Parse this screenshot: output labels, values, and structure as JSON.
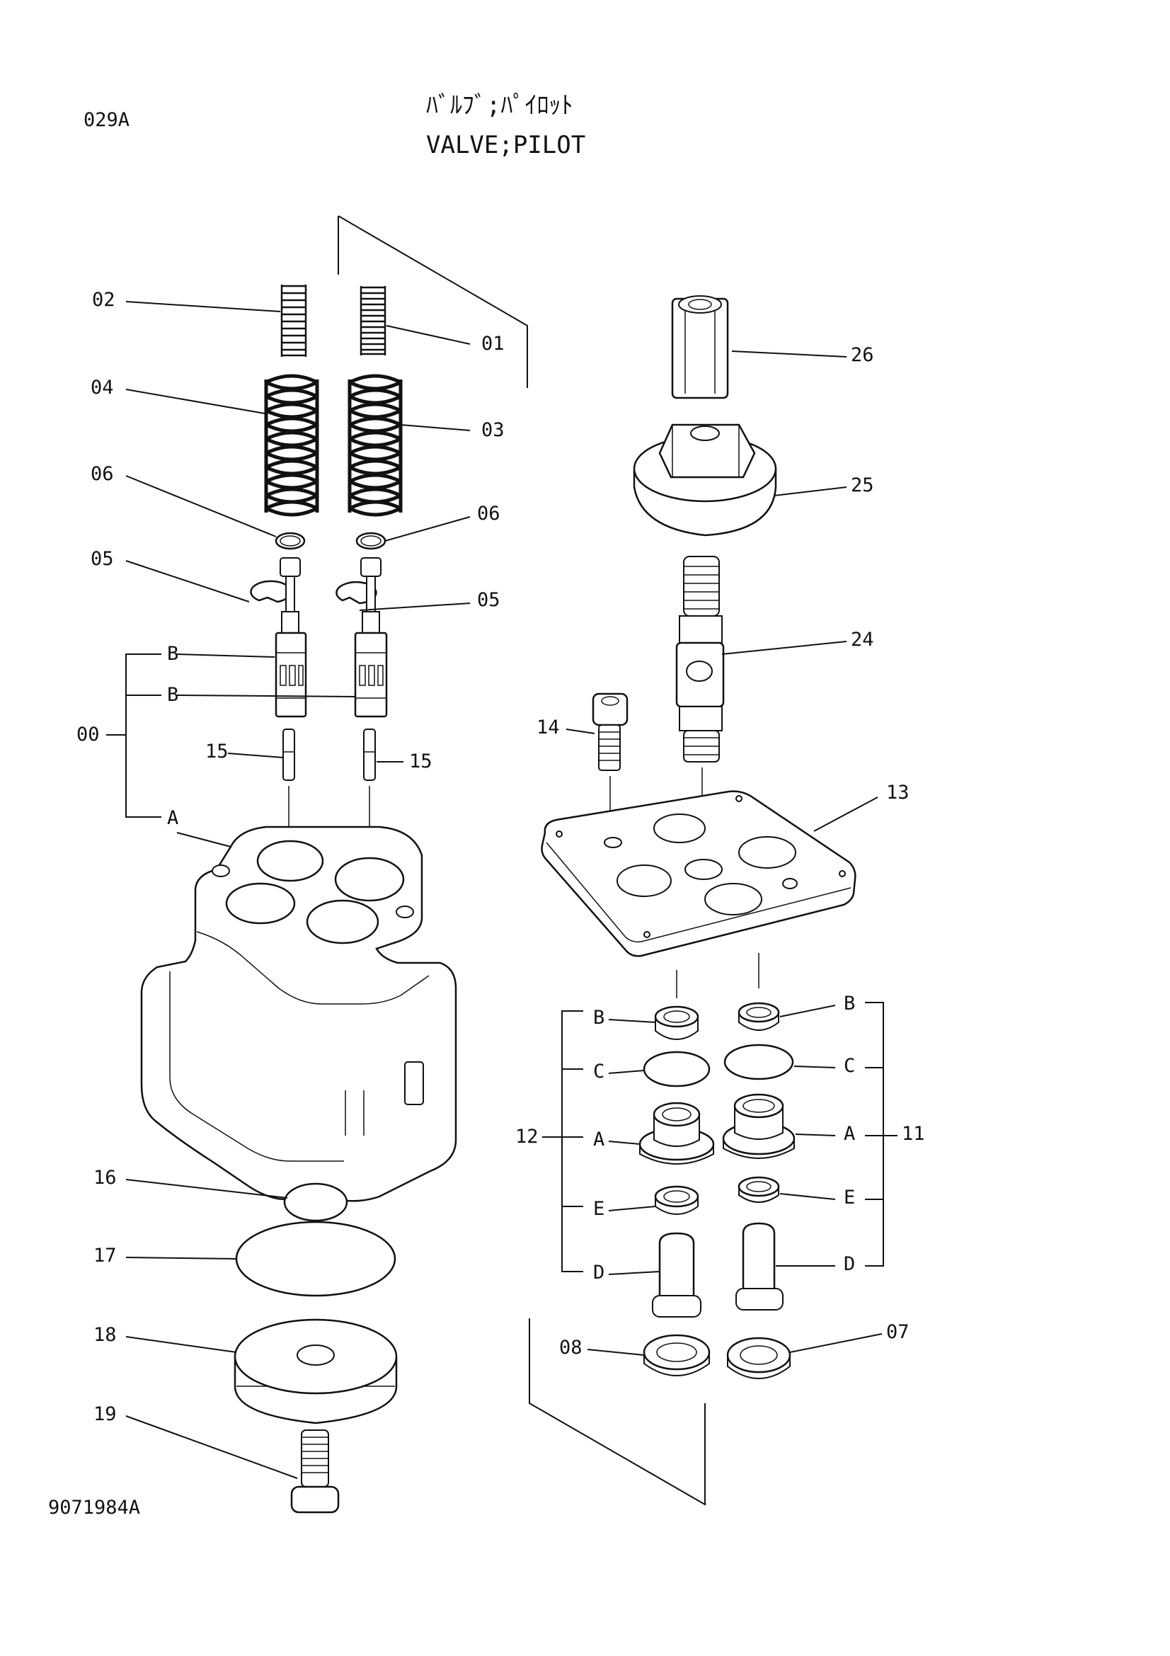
{
  "header": {
    "code": "029A",
    "title_katakana": "ﾊﾞﾙﾌﾞ;ﾊﾟｲﾛｯﾄ",
    "title": "VALVE;PILOT"
  },
  "footer": {
    "drawing_number": "9071984A"
  },
  "callouts": {
    "c01": "01",
    "c02": "02",
    "c03": "03",
    "c04": "04",
    "c05a": "05",
    "c05b": "05",
    "c06a": "06",
    "c06b": "06",
    "c07": "07",
    "c08": "08",
    "c00": "00",
    "c11": "11",
    "c12": "12",
    "c13": "13",
    "c14": "14",
    "c15a": "15",
    "c15b": "15",
    "c16": "16",
    "c17": "17",
    "c18": "18",
    "c19": "19",
    "c24": "24",
    "c25": "25",
    "c26": "26"
  },
  "sub_labels": {
    "left_b1": "B",
    "left_b2": "B",
    "left_a": "A",
    "g12_b": "B",
    "g12_c": "C",
    "g12_a": "A",
    "g12_e": "E",
    "g12_d": "D",
    "g11_b": "B",
    "g11_c": "C",
    "g11_a": "A",
    "g11_e": "E",
    "g11_d": "D"
  }
}
